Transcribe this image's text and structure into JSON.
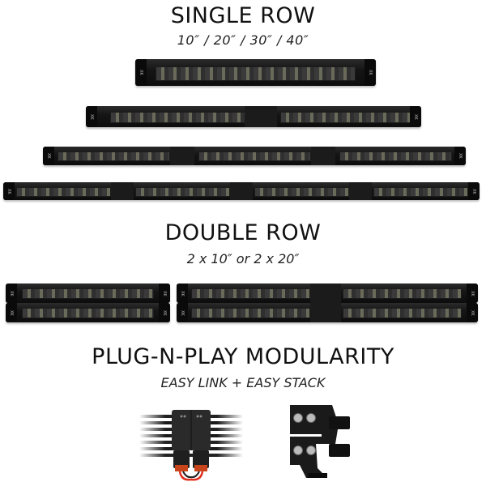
{
  "sections": {
    "single_row": {
      "title": "SINGLE ROW",
      "subtitle": "10″ / 20″ / 30″ / 40″",
      "bars": [
        {
          "size": "10\"",
          "modules": 1
        },
        {
          "size": "20\"",
          "modules": 2
        },
        {
          "size": "30\"",
          "modules": 3
        },
        {
          "size": "40\"",
          "modules": 4
        }
      ]
    },
    "double_row": {
      "title": "DOUBLE ROW",
      "subtitle": "2 x 10″  or  2 x 20″",
      "bars": [
        {
          "size": "2 x 10\"",
          "modules": 1
        },
        {
          "size": "2 x 20\"",
          "modules": 2
        }
      ]
    },
    "modularity": {
      "title": "PLUG-N-PLAY MODULARITY",
      "subtitle": "EASY LINK + EASY STACK",
      "images": [
        "connector-link-image",
        "stack-bracket-image"
      ]
    }
  },
  "brand_mark": "XK",
  "colors": {
    "background": "#ffffff",
    "bar_body": "#151515",
    "text": "#111111",
    "cable_red": "#e0301e"
  }
}
